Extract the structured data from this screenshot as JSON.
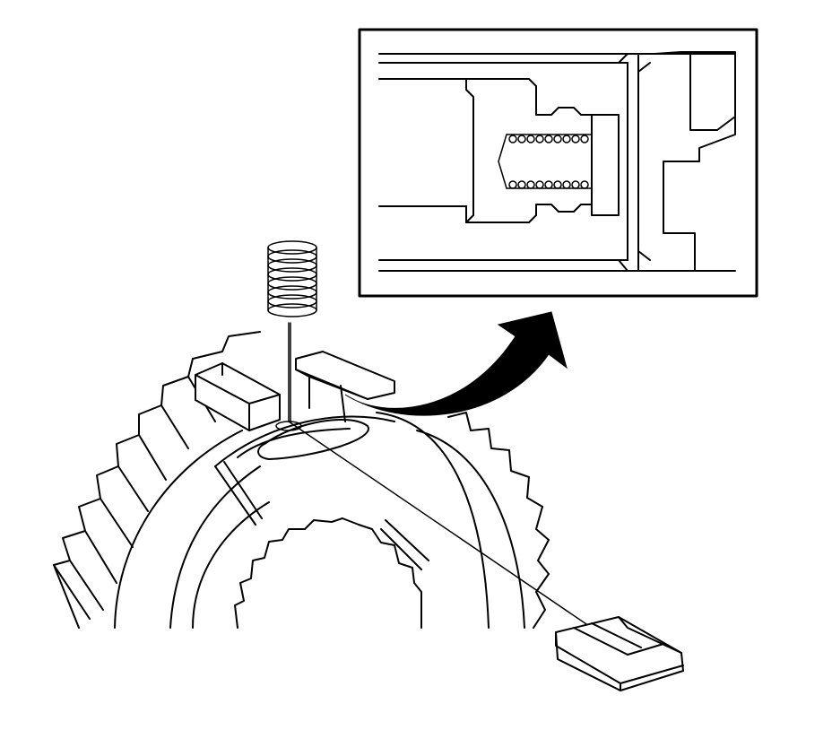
{
  "diagram": {
    "background": "#ffffff",
    "stroke_color": "#000000",
    "parts": [
      {
        "name": "spring",
        "icon": "coil-spring-icon"
      },
      {
        "name": "detent-key",
        "icon": "key-block-icon"
      },
      {
        "name": "synchronizer-hub",
        "icon": "gear-hub-icon"
      },
      {
        "name": "inset-cross-section",
        "icon": "magnified-section-icon"
      },
      {
        "name": "callout-arrow",
        "icon": "curved-arrow-icon"
      }
    ]
  }
}
